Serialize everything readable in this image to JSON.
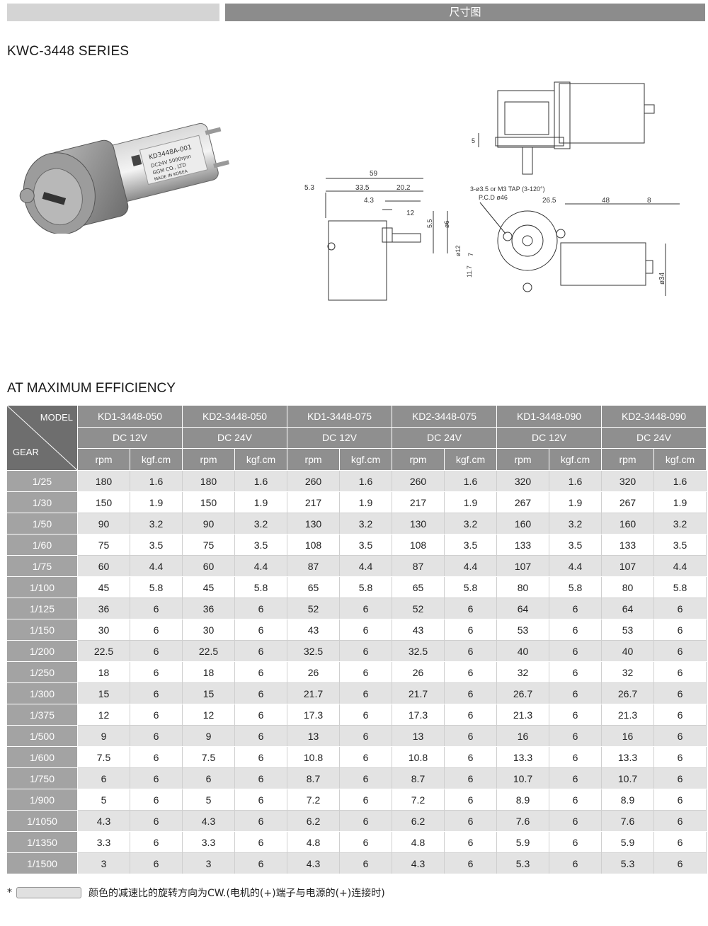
{
  "header": {
    "title": "尺寸图"
  },
  "series_title": "KWC-3448  SERIES",
  "drawing": {
    "dims": [
      "59",
      "5.3",
      "33.5",
      "20.2",
      "4.3",
      "12",
      "5.5",
      "ø6",
      "ø12",
      "7",
      "11.7",
      "5",
      "26.5",
      "48",
      "8",
      "ø34"
    ],
    "note_tap": "3-ø3.5 or M3 TAP (3-120°)",
    "note_pcd": "P.C.D ø46",
    "photo_labels": [
      "KD3448A-001",
      "DC24V 5000rpm",
      "GGM CO., LTD",
      "MADE IN KOREA"
    ]
  },
  "section_title": "AT  MAXIMUM  EFFICIENCY",
  "table": {
    "model_label": "MODEL",
    "gear_label": "GEAR",
    "models": [
      "KD1-3448-050",
      "KD2-3448-050",
      "KD1-3448-075",
      "KD2-3448-075",
      "KD1-3448-090",
      "KD2-3448-090"
    ],
    "voltages": [
      "DC  12V",
      "DC  24V",
      "DC  12V",
      "DC  24V",
      "DC  12V",
      "DC  24V"
    ],
    "unit_rpm": "rpm",
    "unit_torque": "kgf.cm",
    "rows": [
      {
        "gear": "1/25",
        "v": [
          "180",
          "1.6",
          "180",
          "1.6",
          "260",
          "1.6",
          "260",
          "1.6",
          "320",
          "1.6",
          "320",
          "1.6"
        ]
      },
      {
        "gear": "1/30",
        "v": [
          "150",
          "1.9",
          "150",
          "1.9",
          "217",
          "1.9",
          "217",
          "1.9",
          "267",
          "1.9",
          "267",
          "1.9"
        ]
      },
      {
        "gear": "1/50",
        "v": [
          "90",
          "3.2",
          "90",
          "3.2",
          "130",
          "3.2",
          "130",
          "3.2",
          "160",
          "3.2",
          "160",
          "3.2"
        ]
      },
      {
        "gear": "1/60",
        "v": [
          "75",
          "3.5",
          "75",
          "3.5",
          "108",
          "3.5",
          "108",
          "3.5",
          "133",
          "3.5",
          "133",
          "3.5"
        ]
      },
      {
        "gear": "1/75",
        "v": [
          "60",
          "4.4",
          "60",
          "4.4",
          "87",
          "4.4",
          "87",
          "4.4",
          "107",
          "4.4",
          "107",
          "4.4"
        ]
      },
      {
        "gear": "1/100",
        "v": [
          "45",
          "5.8",
          "45",
          "5.8",
          "65",
          "5.8",
          "65",
          "5.8",
          "80",
          "5.8",
          "80",
          "5.8"
        ]
      },
      {
        "gear": "1/125",
        "v": [
          "36",
          "6",
          "36",
          "6",
          "52",
          "6",
          "52",
          "6",
          "64",
          "6",
          "64",
          "6"
        ]
      },
      {
        "gear": "1/150",
        "v": [
          "30",
          "6",
          "30",
          "6",
          "43",
          "6",
          "43",
          "6",
          "53",
          "6",
          "53",
          "6"
        ]
      },
      {
        "gear": "1/200",
        "v": [
          "22.5",
          "6",
          "22.5",
          "6",
          "32.5",
          "6",
          "32.5",
          "6",
          "40",
          "6",
          "40",
          "6"
        ]
      },
      {
        "gear": "1/250",
        "v": [
          "18",
          "6",
          "18",
          "6",
          "26",
          "6",
          "26",
          "6",
          "32",
          "6",
          "32",
          "6"
        ]
      },
      {
        "gear": "1/300",
        "v": [
          "15",
          "6",
          "15",
          "6",
          "21.7",
          "6",
          "21.7",
          "6",
          "26.7",
          "6",
          "26.7",
          "6"
        ]
      },
      {
        "gear": "1/375",
        "v": [
          "12",
          "6",
          "12",
          "6",
          "17.3",
          "6",
          "17.3",
          "6",
          "21.3",
          "6",
          "21.3",
          "6"
        ]
      },
      {
        "gear": "1/500",
        "v": [
          "9",
          "6",
          "9",
          "6",
          "13",
          "6",
          "13",
          "6",
          "16",
          "6",
          "16",
          "6"
        ]
      },
      {
        "gear": "1/600",
        "v": [
          "7.5",
          "6",
          "7.5",
          "6",
          "10.8",
          "6",
          "10.8",
          "6",
          "13.3",
          "6",
          "13.3",
          "6"
        ]
      },
      {
        "gear": "1/750",
        "v": [
          "6",
          "6",
          "6",
          "6",
          "8.7",
          "6",
          "8.7",
          "6",
          "10.7",
          "6",
          "10.7",
          "6"
        ]
      },
      {
        "gear": "1/900",
        "v": [
          "5",
          "6",
          "5",
          "6",
          "7.2",
          "6",
          "7.2",
          "6",
          "8.9",
          "6",
          "8.9",
          "6"
        ]
      },
      {
        "gear": "1/1050",
        "v": [
          "4.3",
          "6",
          "4.3",
          "6",
          "6.2",
          "6",
          "6.2",
          "6",
          "7.6",
          "6",
          "7.6",
          "6"
        ]
      },
      {
        "gear": "1/1350",
        "v": [
          "3.3",
          "6",
          "3.3",
          "6",
          "4.8",
          "6",
          "4.8",
          "6",
          "5.9",
          "6",
          "5.9",
          "6"
        ]
      },
      {
        "gear": "1/1500",
        "v": [
          "3",
          "6",
          "3",
          "6",
          "4.3",
          "6",
          "4.3",
          "6",
          "5.3",
          "6",
          "5.3",
          "6"
        ]
      }
    ]
  },
  "footnote": {
    "marker": "*",
    "text": "颜色的减速比的旋转方向为CW.(电机的(+)端子与电源的(+)连接时)"
  }
}
